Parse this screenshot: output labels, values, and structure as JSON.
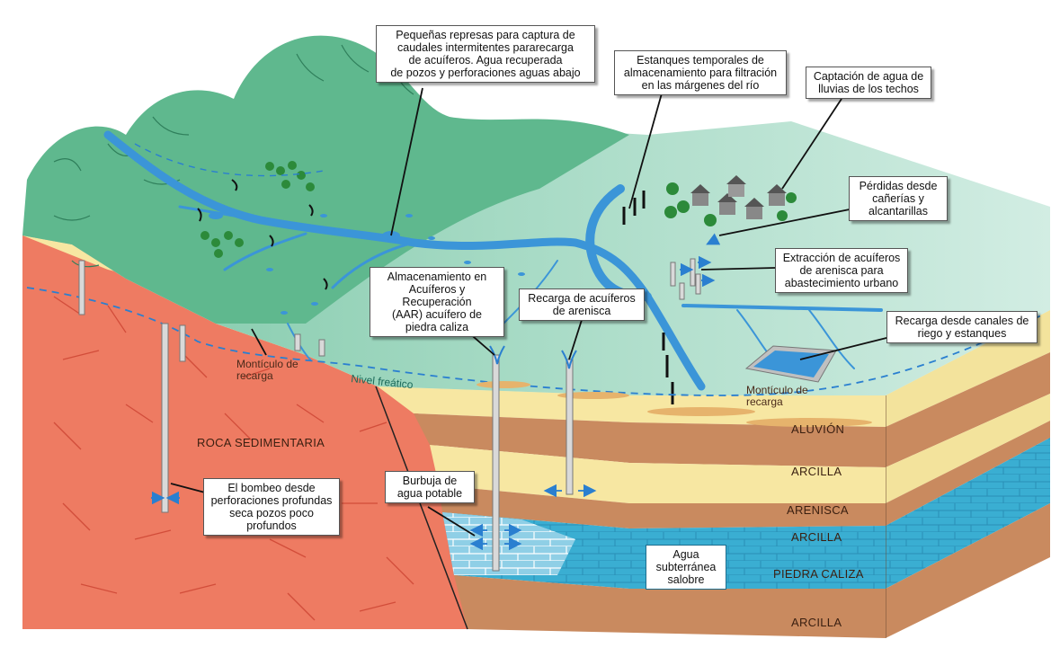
{
  "colors": {
    "hill": "#5fb88e",
    "plain": "#bfe3d6",
    "river": "#3b95d8",
    "sedimentary": "#ee7b62",
    "alluvium": "#f7e7a2",
    "clay": "#c98a5f",
    "sandstone": "#f6e7a6",
    "limestone": "#49b3d6"
  },
  "callouts": {
    "small_dams": "Pequeñas represas para captura de\ncaudales intermitentes pararecarga\nde acuíferos. Agua recuperada\nde pozos y perforaciones aguas abajo",
    "temp_ponds": "Estanques temporales de\nalmacenamiento para filtración\nen las márgenes del río",
    "roof_capture": "Captación de agua de\nlluvias de los techos",
    "pipe_losses": "Pérdidas desde\ncañerías y\nalcantarillas",
    "sandstone_extraction": "Extracción de acuíferos\nde arenisca para\nabastecimiento urbano",
    "aar": "Almacenamiento en\nAcuíferos y Recuperación\n(AAR) acuífero de\npiedra caliza",
    "sandstone_recharge": "Recarga de acuíferos\nde arenisca",
    "canal_recharge": "Recarga desde canales de\nriego y estanques",
    "deep_pumping": "El bombeo desde\nperforaciones profundas\nseca pozos poco\nprofundos",
    "bubble": "Burbuja de\nagua potable",
    "brackish": "Agua\nsubterránea\nsalobre"
  },
  "labels": {
    "mound_left": "Montículo de\nrecarga",
    "water_table": "Nivel freático",
    "mound_right": "Montículo de\nrecarga",
    "sedimentary_rock": "ROCA SEDIMENTARIA",
    "alluvium": "ALUVIÓN",
    "clay1": "ARCILLA",
    "sandstone": "ARENISCA",
    "clay2": "ARCILLA",
    "limestone": "PIEDRA CALIZA",
    "clay3": "ARCILLA"
  }
}
